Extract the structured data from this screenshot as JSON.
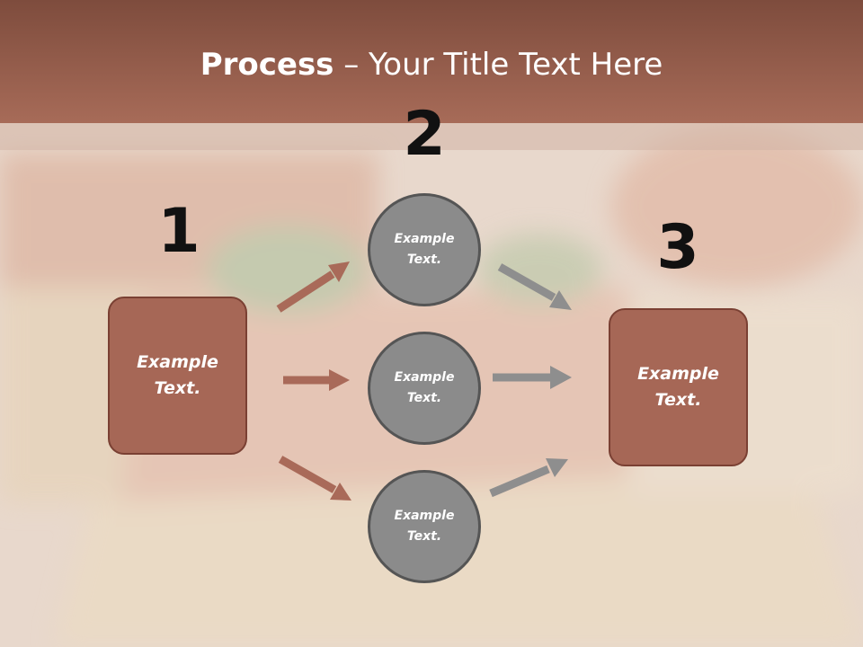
{
  "title": {
    "bold": "Process",
    "rest": " – Your Title Text Here"
  },
  "steps": {
    "one": "1",
    "two": "2",
    "three": "3"
  },
  "left_box": {
    "label": "Example\nText."
  },
  "right_box": {
    "label": "Example\nText."
  },
  "circles": [
    {
      "label": "Example\nText."
    },
    {
      "label": "Example\nText."
    },
    {
      "label": "Example\nText."
    }
  ],
  "colors": {
    "header": "#a26554",
    "box": "#a66756",
    "circle": "#8b8b8b",
    "arrow_brown": "#a96a59",
    "arrow_gray": "#8e8e8e"
  }
}
